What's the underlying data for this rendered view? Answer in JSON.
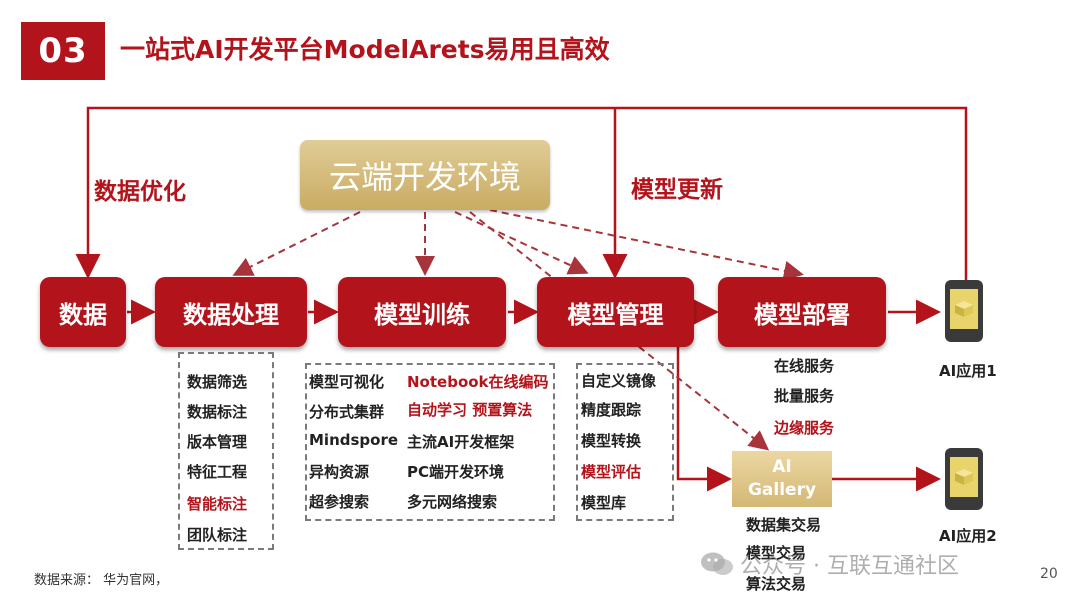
{
  "header": {
    "number": "03",
    "title": "一站式AI开发平台ModelArets易用且高效"
  },
  "loops": {
    "left_label": "数据优化",
    "right_label": "模型更新"
  },
  "cloud_env": "云端开发环境",
  "stages": [
    "数据",
    "数据处理",
    "模型训练",
    "模型管理",
    "模型部署"
  ],
  "data_processing_items": [
    {
      "text": "数据筛选",
      "highlight": false
    },
    {
      "text": "数据标注",
      "highlight": false
    },
    {
      "text": "版本管理",
      "highlight": false
    },
    {
      "text": "特征工程",
      "highlight": false
    },
    {
      "text": "智能标注",
      "highlight": true
    },
    {
      "text": "团队标注",
      "highlight": false
    }
  ],
  "training_left_items": [
    {
      "text": "模型可视化",
      "highlight": false
    },
    {
      "text": "分布式集群",
      "highlight": false
    },
    {
      "text": "Mindspore",
      "highlight": false
    },
    {
      "text": "异构资源",
      "highlight": false
    },
    {
      "text": "超参搜索",
      "highlight": false
    }
  ],
  "training_right_items": [
    {
      "text": "Notebook在线编码",
      "highlight": true
    },
    {
      "text": "自动学习 预置算法",
      "highlight": true
    },
    {
      "text": "主流AI开发框架",
      "highlight": false
    },
    {
      "text": "PC端开发环境",
      "highlight": false
    },
    {
      "text": "多元网络搜索",
      "highlight": false
    }
  ],
  "management_items": [
    {
      "text": "自定义镜像",
      "highlight": false
    },
    {
      "text": "精度跟踪",
      "highlight": false
    },
    {
      "text": "模型转换",
      "highlight": false
    },
    {
      "text": "模型评估",
      "highlight": true
    },
    {
      "text": "模型库",
      "highlight": false
    }
  ],
  "deployment_items": [
    {
      "text": "在线服务",
      "highlight": false
    },
    {
      "text": "批量服务",
      "highlight": false
    },
    {
      "text": "边缘服务",
      "highlight": true
    }
  ],
  "gallery": {
    "line1": "AI",
    "line2": "Gallery",
    "items": [
      "数据集交易",
      "模型交易",
      "算法交易"
    ]
  },
  "apps": [
    "AI应用1",
    "AI应用2"
  ],
  "footer": {
    "source": "数据来源：   华为官网，",
    "page": "20",
    "watermark": "公众号 · 互联互通社区"
  },
  "colors": {
    "primary_red": "#b3131b",
    "gold": "#c9ac63",
    "highlight_text": "#b3131b"
  }
}
